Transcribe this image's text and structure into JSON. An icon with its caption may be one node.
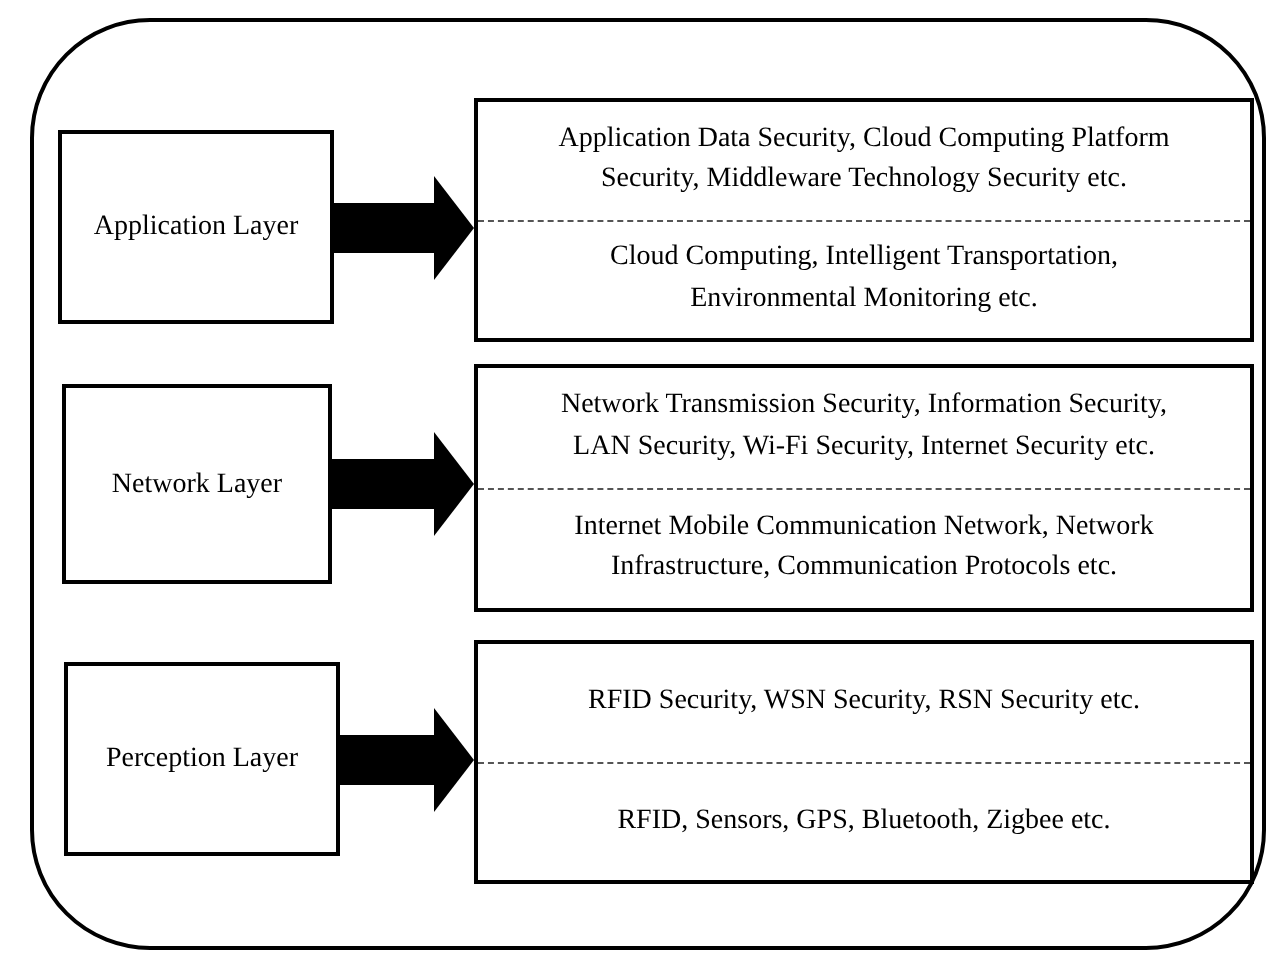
{
  "diagram": {
    "nodes": [
      {
        "text": [],
        "shape": "box"
      },
      {
        "text": [
          "Application Layer"
        ],
        "in": 0
      },
      {
        "text": [
          "Application Data Security, Cloud Computing Platform Security, Middleware Technology Security etc.",
          "Cloud Computing, Intelligent Transportation, Environmental Monitoring etc."
        ],
        "in": 0
      },
      {
        "text": [
          "Network Layer"
        ],
        "in": 0
      },
      {
        "text": [
          "Network Transmission Security, Information Security, LAN Security, Wi-Fi Security, Internet Security etc.",
          "Internet Mobile Communication Network, Network Infrastructure, Communication Protocols etc."
        ],
        "in": 0
      },
      {
        "text": [
          "Perception Layer"
        ],
        "in": 0
      },
      {
        "text": [
          "RFID Security, WSN Security, RSN Security etc.",
          "RFID, Sensors, GPS, Bluetooth, Zigbee etc."
        ],
        "in": 0
      }
    ],
    "edges": [
      {
        "from": 1,
        "to": 2,
        "arrow": "to"
      },
      {
        "from": 3,
        "to": 4,
        "arrow": "to"
      },
      {
        "from": 5,
        "to": 6,
        "arrow": "to"
      }
    ]
  }
}
